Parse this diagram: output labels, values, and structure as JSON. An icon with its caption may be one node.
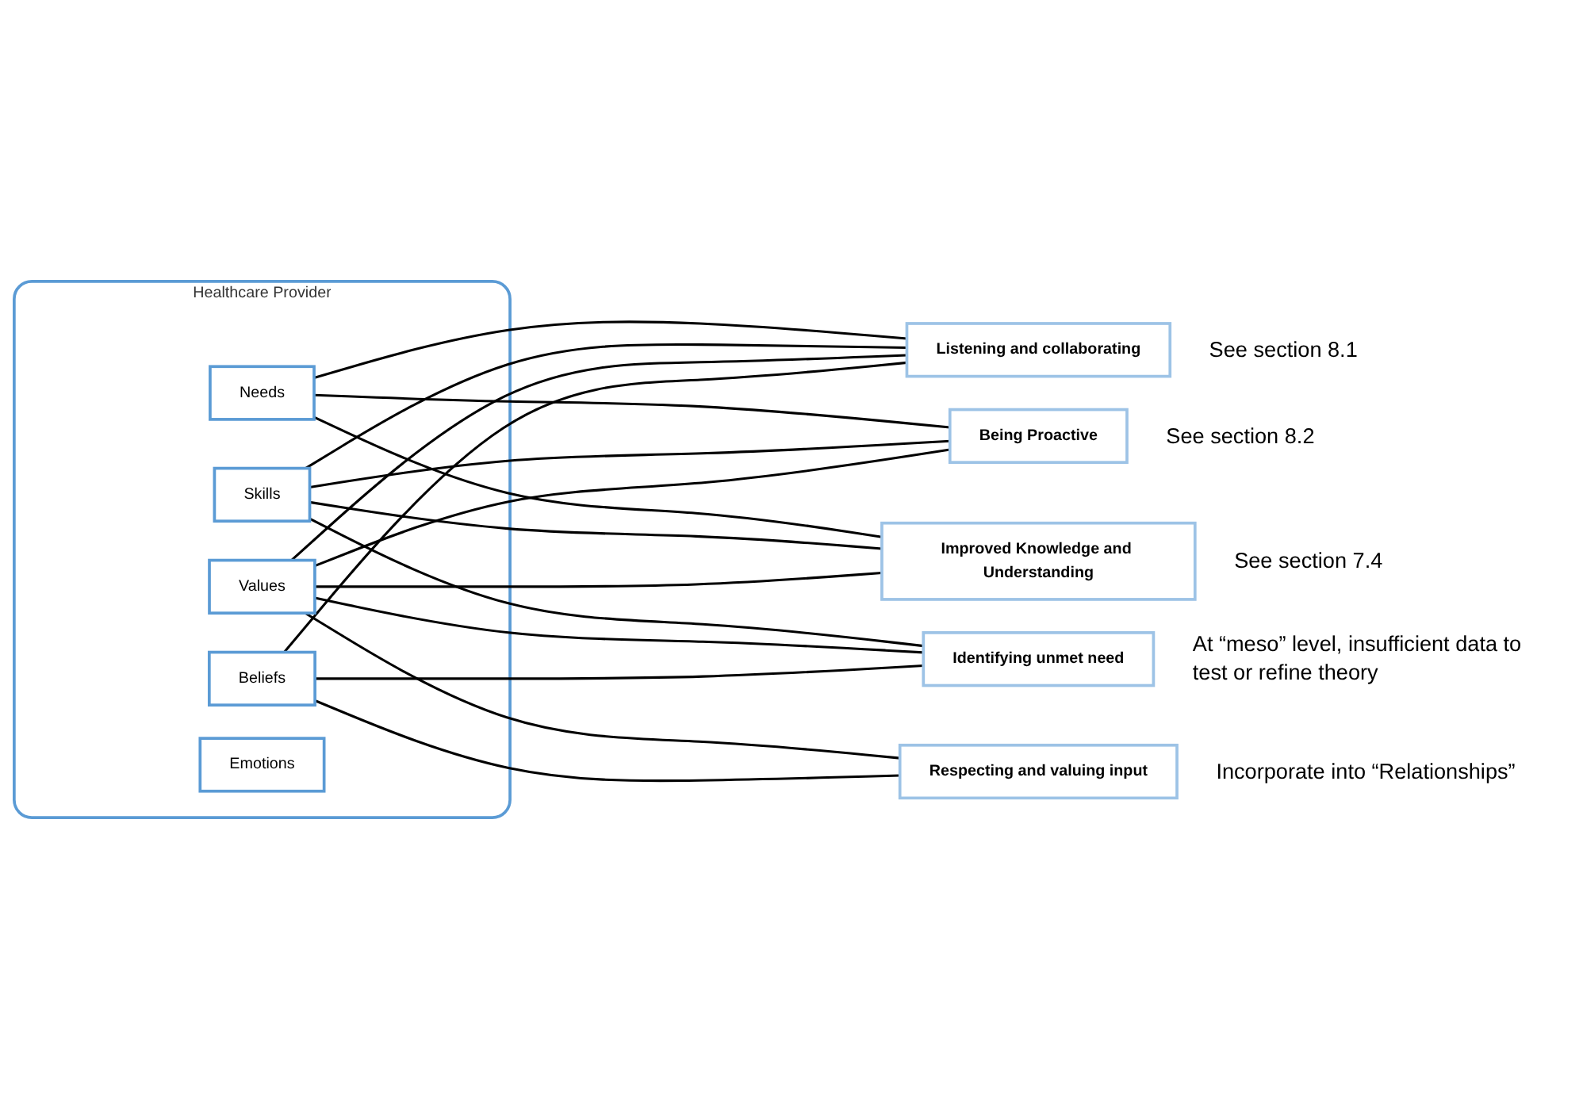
{
  "diagram": {
    "nodes": [
      {
        "text": [
          "Healthcare Provider"
        ]
      },
      {
        "text": [
          "Needs"
        ],
        "in": 0
      },
      {
        "text": [
          "Skills"
        ],
        "in": 0
      },
      {
        "text": [
          "Values"
        ],
        "in": 0
      },
      {
        "text": [
          "Beliefs"
        ],
        "in": 0
      },
      {
        "text": [
          "Emotions"
        ],
        "in": 0
      },
      {
        "text": [
          "Listening and collaborating"
        ],
        "beside": [
          "See section 8.1"
        ]
      },
      {
        "text": [
          "Respecting and valuing input"
        ],
        "beside": [
          "Incorporate into “Relationships”"
        ]
      },
      {
        "text": [
          "Being Proactive"
        ],
        "beside": [
          "See section 8.2"
        ]
      },
      {
        "text": [
          "Identifying unmet need"
        ],
        "beside": [
          "At “meso” level, insufficient data to test or refine theory"
        ]
      },
      {
        "text": [
          "Improved Knowledge and Understanding"
        ],
        "beside": [
          "See section 7.4"
        ]
      }
    ],
    "edges": [
      {
        "from": 1,
        "to": 6,
        "arrow": "none"
      },
      {
        "from": 1,
        "to": 8,
        "arrow": "none"
      },
      {
        "from": 1,
        "to": 10,
        "arrow": "none"
      },
      {
        "from": 2,
        "to": 6,
        "arrow": "none"
      },
      {
        "from": 2,
        "to": 8,
        "arrow": "none"
      },
      {
        "from": 2,
        "to": 9,
        "arrow": "none"
      },
      {
        "from": 2,
        "to": 10,
        "arrow": "none"
      },
      {
        "from": 3,
        "to": 6,
        "arrow": "none"
      },
      {
        "from": 3,
        "to": 7,
        "arrow": "none"
      },
      {
        "from": 3,
        "to": 8,
        "arrow": "none"
      },
      {
        "from": 3,
        "to": 9,
        "arrow": "none"
      },
      {
        "from": 3,
        "to": 10,
        "arrow": "none"
      },
      {
        "from": 4,
        "to": 6,
        "arrow": "none"
      },
      {
        "from": 4,
        "to": 7,
        "arrow": "none"
      },
      {
        "from": 4,
        "to": 9,
        "arrow": "none"
      }
    ]
  }
}
